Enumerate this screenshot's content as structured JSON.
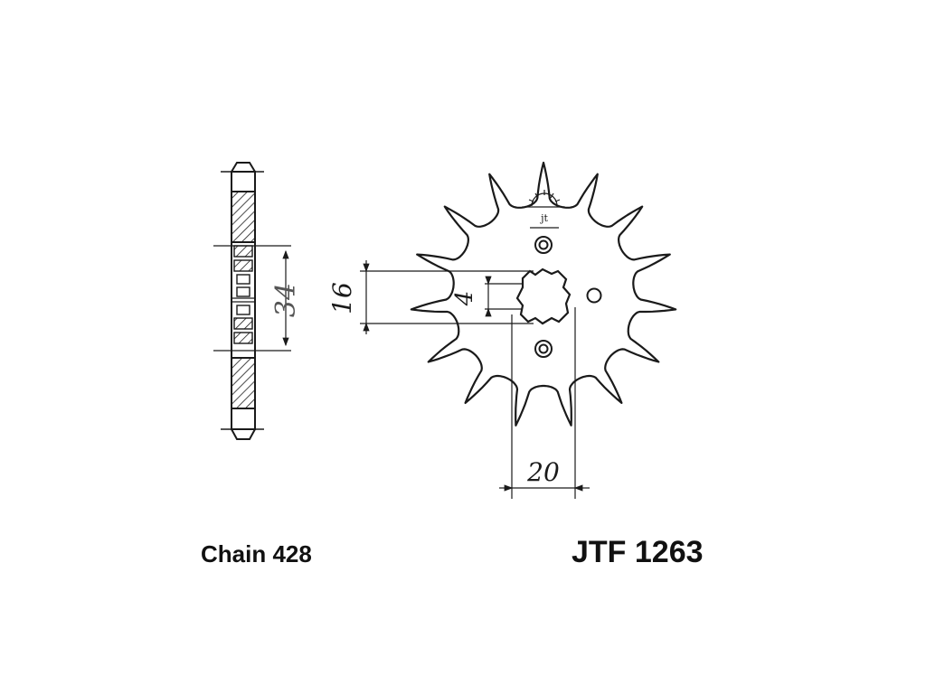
{
  "dimensions": {
    "side_height": "34",
    "bore_height": "16",
    "keyway": "4",
    "hub_width": "20"
  },
  "captions": {
    "chain": "Chain 428",
    "part_number": "JTF 1263"
  },
  "sprocket": {
    "teeth": 15
  },
  "logo": {
    "text": "jt"
  },
  "colors": {
    "ink": "#1a1a1a",
    "dim_ink": "#555555"
  }
}
